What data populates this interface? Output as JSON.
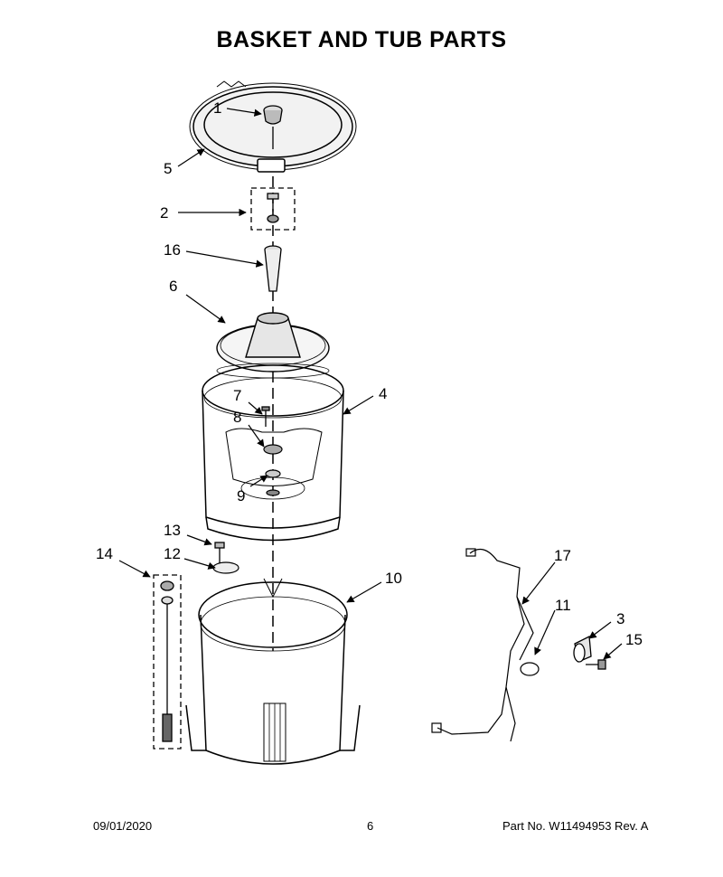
{
  "title": "BASKET AND TUB PARTS",
  "callouts": [
    "1",
    "2",
    "3",
    "4",
    "5",
    "6",
    "7",
    "8",
    "9",
    "10",
    "11",
    "12",
    "13",
    "14",
    "15",
    "16",
    "17"
  ],
  "footer": {
    "date": "09/01/2020",
    "page": "6",
    "part": "Part No.  W11494953  Rev.  A"
  }
}
